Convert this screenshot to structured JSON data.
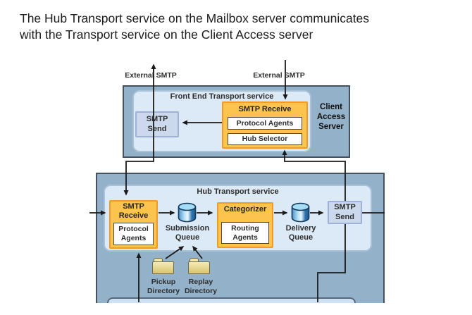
{
  "title": {
    "line1": "The Hub Transport service on the Mailbox server communicates",
    "line2": "with the Transport service on the Client Access server"
  },
  "top": {
    "external_smtp_left": "External SMTP",
    "external_smtp_right": "External SMTP"
  },
  "client_access": {
    "server_label": "Client Access Server",
    "front_end_service": "Front End Transport service",
    "smtp_send": "SMTP Send",
    "smtp_receive": "SMTP Receive",
    "protocol_agents": "Protocol Agents",
    "hub_selector": "Hub Selector"
  },
  "mailbox": {
    "hub_service": "Hub Transport service",
    "smtp_receive": "SMTP Receive",
    "protocol_agents": "Protocol Agents",
    "submission_queue": "Submission Queue",
    "categorizer": "Categorizer",
    "routing_agents": "Routing Agents",
    "delivery_queue": "Delivery Queue",
    "smtp_send": "SMTP Send",
    "pickup_directory": "Pickup Directory",
    "replay_directory": "Replay Directory"
  },
  "icons": {
    "submission_queue": "database-cylinder-icon",
    "delivery_queue": "database-cylinder-icon",
    "pickup_directory": "folder-icon",
    "replay_directory": "folder-icon",
    "arrows": "arrowhead-icon"
  },
  "colors": {
    "agent_box_orange": "#fcc44e",
    "agent_box_border": "#ef9b28",
    "server_box_blue": "#93b1c9",
    "service_panel_blue": "#dce9f6",
    "smtp_send_blue": "#ccd9ed",
    "connector": "#1a1a1a"
  }
}
